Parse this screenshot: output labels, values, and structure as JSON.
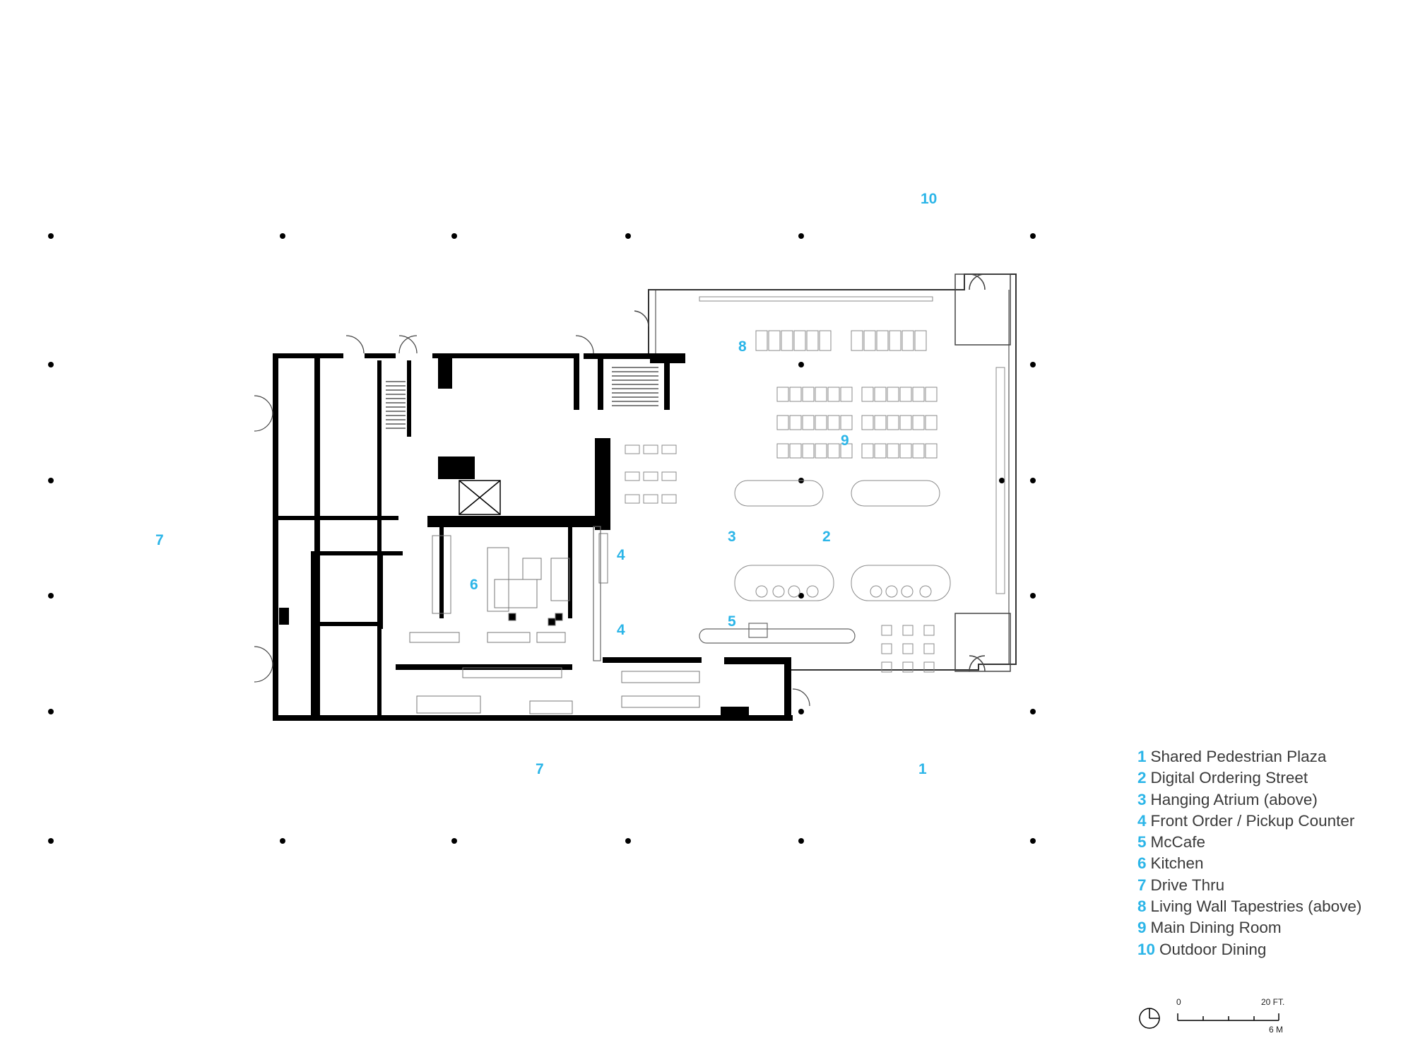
{
  "plan_labels": [
    {
      "id": "label-10",
      "text": "10"
    },
    {
      "id": "label-7-west",
      "text": "7"
    },
    {
      "id": "label-7-south",
      "text": "7"
    },
    {
      "id": "label-1",
      "text": "1"
    },
    {
      "id": "label-8",
      "text": "8"
    },
    {
      "id": "label-9",
      "text": "9"
    },
    {
      "id": "label-3",
      "text": "3"
    },
    {
      "id": "label-2",
      "text": "2"
    },
    {
      "id": "label-4-upper",
      "text": "4"
    },
    {
      "id": "label-4-lower",
      "text": "4"
    },
    {
      "id": "label-5",
      "text": "5"
    },
    {
      "id": "label-6",
      "text": "6"
    }
  ],
  "legend": [
    {
      "num": "1",
      "label": "Shared Pedestrian Plaza"
    },
    {
      "num": "2",
      "label": "Digital Ordering Street"
    },
    {
      "num": "3",
      "label": "Hanging Atrium (above)"
    },
    {
      "num": "4",
      "label": "Front Order / Pickup Counter"
    },
    {
      "num": "5",
      "label": "McCafe"
    },
    {
      "num": "6",
      "label": "Kitchen"
    },
    {
      "num": "7",
      "label": "Drive Thru"
    },
    {
      "num": "8",
      "label": "Living Wall Tapestries (above)"
    },
    {
      "num": "9",
      "label": "Main Dining Room"
    },
    {
      "num": "10",
      "label": "Outdoor Dining"
    }
  ],
  "scale_bar": {
    "zero": "0",
    "feet": "20 FT.",
    "meters": "6 M"
  },
  "colors": {
    "accent": "#2bb5e8",
    "wall": "#000000",
    "text": "#3a3a3a"
  }
}
